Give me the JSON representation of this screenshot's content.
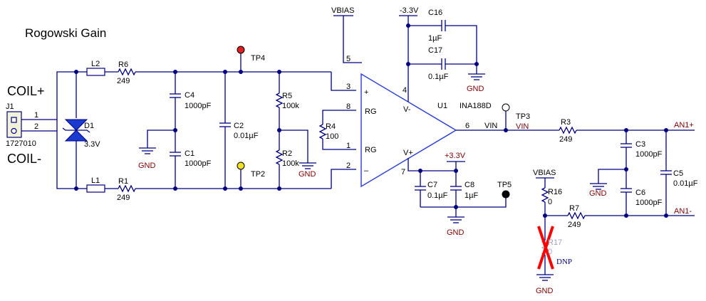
{
  "title": "Rogowski Gain",
  "coil_plus": "COIL+",
  "coil_minus": "COIL-",
  "connector": {
    "ref": "J1",
    "part": "1727010",
    "pin1": "1",
    "pin2": "2"
  },
  "diode": {
    "ref": "D1",
    "value": "3.3V"
  },
  "inductors": [
    {
      "ref": "L2"
    },
    {
      "ref": "L1"
    }
  ],
  "resistors": {
    "R6": {
      "ref": "R6",
      "value": "249"
    },
    "R1": {
      "ref": "R1",
      "value": "249"
    },
    "R5": {
      "ref": "R5",
      "value": "100k"
    },
    "R2": {
      "ref": "R2",
      "value": "100k"
    },
    "R4": {
      "ref": "R4",
      "value": "100"
    },
    "R3": {
      "ref": "R3",
      "value": "249"
    },
    "R7": {
      "ref": "R7",
      "value": "249"
    },
    "R16": {
      "ref": "R16",
      "value": "0"
    },
    "R17": {
      "ref": "R17",
      "value": "0",
      "note": "DNP"
    }
  },
  "capacitors": {
    "C4": {
      "ref": "C4",
      "value": "1000pF"
    },
    "C1": {
      "ref": "C1",
      "value": "1000pF"
    },
    "C2": {
      "ref": "C2",
      "value": "0.01µF"
    },
    "C16": {
      "ref": "C16",
      "value": "1µF"
    },
    "C17": {
      "ref": "C17",
      "value": "0.1µF"
    },
    "C7": {
      "ref": "C7",
      "value": "0.1µF"
    },
    "C8": {
      "ref": "C8",
      "value": "1µF"
    },
    "C3": {
      "ref": "C3",
      "value": "1000pF"
    },
    "C6": {
      "ref": "C6",
      "value": "1000pF"
    },
    "C5": {
      "ref": "C5",
      "value": "0.01µF"
    }
  },
  "test_points": {
    "TP4": "TP4",
    "TP2": "TP2",
    "TP3": "TP3",
    "TP5": "TP5"
  },
  "amplifier": {
    "ref": "U1",
    "part": "INA188D",
    "pins": {
      "p5": "5",
      "p4": "4",
      "p3": "3",
      "p8": "8",
      "p1": "1",
      "p2": "2",
      "p7": "7",
      "p6": "6"
    },
    "pin_names": {
      "plus": "+",
      "minus": "–",
      "rg1": "RG",
      "rg2": "RG",
      "vminus": "V-",
      "vplus": "V+"
    }
  },
  "nets": {
    "vbias_top": "VBIAS",
    "vbias_right": "VBIAS",
    "neg_supply": "-3.3V",
    "pos_supply": "+3.3V",
    "vin_pin": "VIN",
    "vin_net": "VIN",
    "an1_plus": "AN1+",
    "an1_minus": "AN1-",
    "gnd": "GND"
  },
  "colors": {
    "wire": "#000080",
    "opamp": "#2b3fd4",
    "gnd_label": "#800000",
    "tp4": "#e02020",
    "tp2": "#f0e020",
    "dnp_cross": "#ff0000"
  }
}
